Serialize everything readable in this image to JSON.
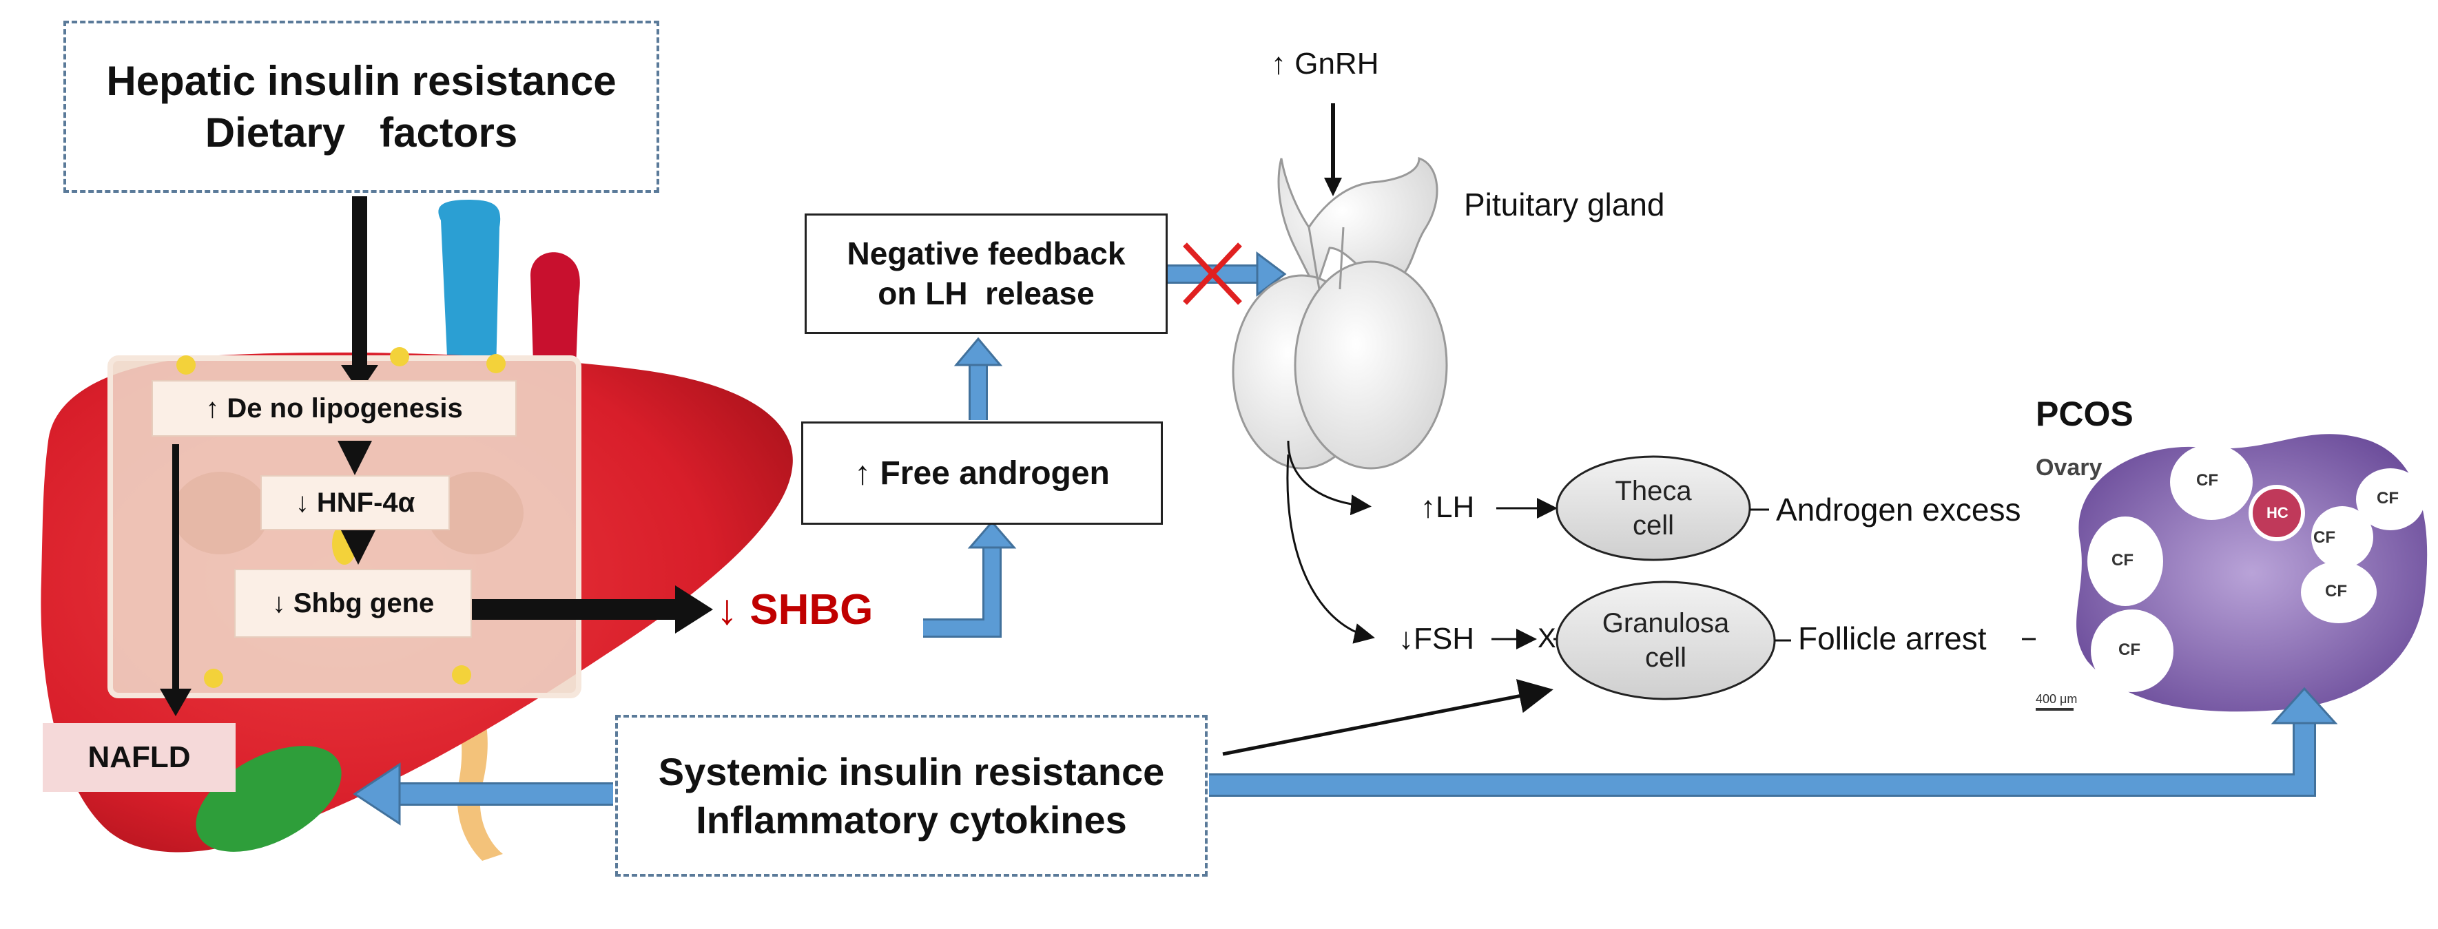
{
  "top_box": {
    "line1": "Hepatic insulin resistance",
    "line2": "Dietary   factors"
  },
  "liver_labels": {
    "lipogenesis": "↑ De no lipogenesis",
    "hnf": "↓ HNF-4α",
    "shbg_gene": "↓ Shbg gene",
    "nafld": "NAFLD"
  },
  "shbg": "↓ SHBG",
  "free_androgen": "↑ Free androgen",
  "negative_feedback": {
    "line1": "Negative feedback",
    "line2": "on LH  release"
  },
  "gnrh": "↑ GnRH",
  "pituitary": "Pituitary gland",
  "lh": "↑LH",
  "fsh": "↓FSH",
  "x_mark": "X",
  "theca": {
    "line1": "Theca",
    "line2": "cell"
  },
  "granulosa": {
    "line1": "Granulosa",
    "line2": "cell"
  },
  "androgen_excess": "Androgen excess",
  "follicle_arrest": "Follicle arrest",
  "pcos": "PCOS",
  "ovary": {
    "title": "Ovary",
    "cf": "CF",
    "hc": "HC",
    "scale": "400 μm"
  },
  "systemic_box": {
    "line1": "Systemic insulin resistance",
    "line2": "Inflammatory cytokines"
  },
  "colors": {
    "blue_arrow": "#5b9bd5",
    "blue_arrow_edge": "#41719c",
    "dashed_border": "#5a7a99",
    "shbg_red": "#c00000",
    "liver_red": "#d81e2a",
    "gallbladder_green": "#2e9e3a",
    "cross_red": "#e02020",
    "ovary_purple": "#7a5aa6"
  }
}
